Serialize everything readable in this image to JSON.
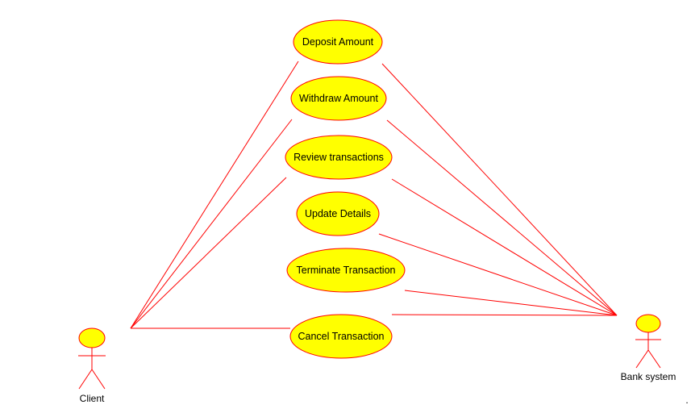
{
  "diagram": {
    "type": "use-case",
    "colors": {
      "line": "#ff0000",
      "fill": "#ffff00",
      "text": "#000000",
      "background": "#ffffff"
    },
    "actors": [
      {
        "id": "client",
        "label": "Client"
      },
      {
        "id": "bank",
        "label": "Bank system"
      }
    ],
    "use_cases": [
      {
        "id": "deposit",
        "label": "Deposit Amount"
      },
      {
        "id": "withdraw",
        "label": "Withdraw Amount"
      },
      {
        "id": "review",
        "label": "Review transactions"
      },
      {
        "id": "update",
        "label": "Update Details"
      },
      {
        "id": "terminate",
        "label": "Terminate Transaction"
      },
      {
        "id": "cancel",
        "label": "Cancel Transaction"
      }
    ],
    "associations": [
      {
        "from": "client",
        "to": "deposit"
      },
      {
        "from": "client",
        "to": "withdraw"
      },
      {
        "from": "client",
        "to": "review"
      },
      {
        "from": "client",
        "to": "cancel"
      },
      {
        "from": "bank",
        "to": "deposit"
      },
      {
        "from": "bank",
        "to": "withdraw"
      },
      {
        "from": "bank",
        "to": "review"
      },
      {
        "from": "bank",
        "to": "update"
      },
      {
        "from": "bank",
        "to": "terminate"
      },
      {
        "from": "bank",
        "to": "cancel"
      }
    ],
    "corner_mark": "."
  }
}
